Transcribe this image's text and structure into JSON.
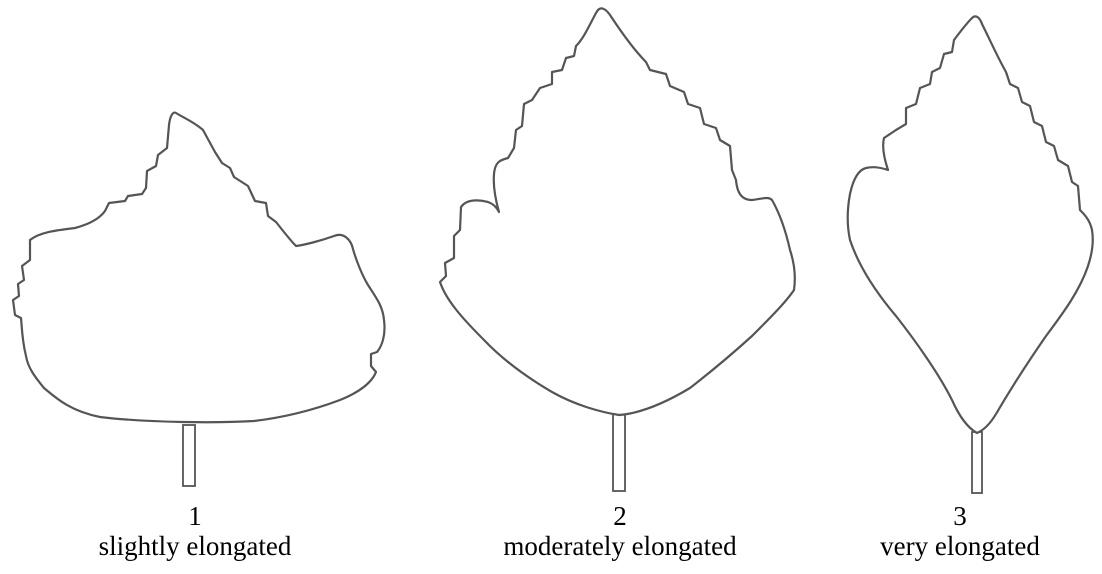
{
  "leaves": [
    {
      "number": "1",
      "description": "slightly elongated"
    },
    {
      "number": "2",
      "description": "moderately elongated"
    },
    {
      "number": "3",
      "description": "very elongated"
    }
  ],
  "colors": {
    "outline": "#555555",
    "background": "#ffffff",
    "text": "#000000"
  }
}
